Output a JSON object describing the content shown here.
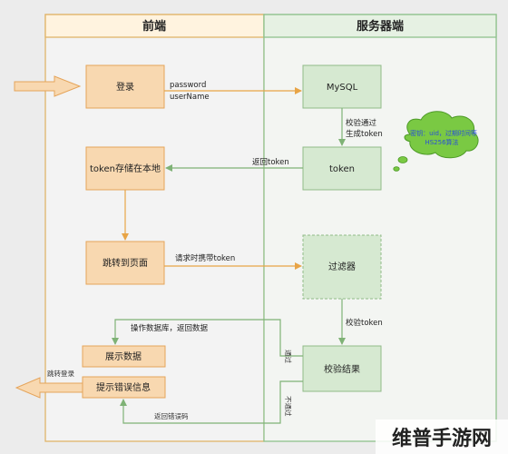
{
  "lanes": {
    "left_title": "前端",
    "right_title": "服务器端"
  },
  "nodes": {
    "login": "登录",
    "token_store": "token存储在本地",
    "jump_page": "跳转到页面",
    "show_data": "展示数据",
    "show_error": "提示错误信息",
    "mysql": "MySQL",
    "token": "token",
    "filter": "过滤器",
    "verify_result": "校验结果"
  },
  "labels": {
    "password": "password",
    "username": "userName",
    "verify_line1": "校验通过",
    "verify_line2": "生成token",
    "return_token": "返回token",
    "request_with_token": "请求时携带token",
    "verify_token": "校验token",
    "operate_db": "操作数据库，返回数据",
    "jump_login": "跳转登录",
    "return_error": "返回错误码",
    "pass": "通过",
    "not_pass": "不通过"
  },
  "cloud": {
    "line1": "密钥：uid，过期时间等",
    "line2": "HS256算法"
  },
  "watermark": "维普手游网",
  "colors": {
    "left_lane_border": "#e0b56a",
    "right_lane_border": "#8fc28d",
    "orange_fill": "#f8d8b0",
    "orange_border": "#e5a45a",
    "green_fill": "#d6e9d1",
    "green_border": "#90bb88",
    "cloud_fill": "#7ac943",
    "arrow_orange": "#e8a446",
    "arrow_green": "#7fb276"
  }
}
